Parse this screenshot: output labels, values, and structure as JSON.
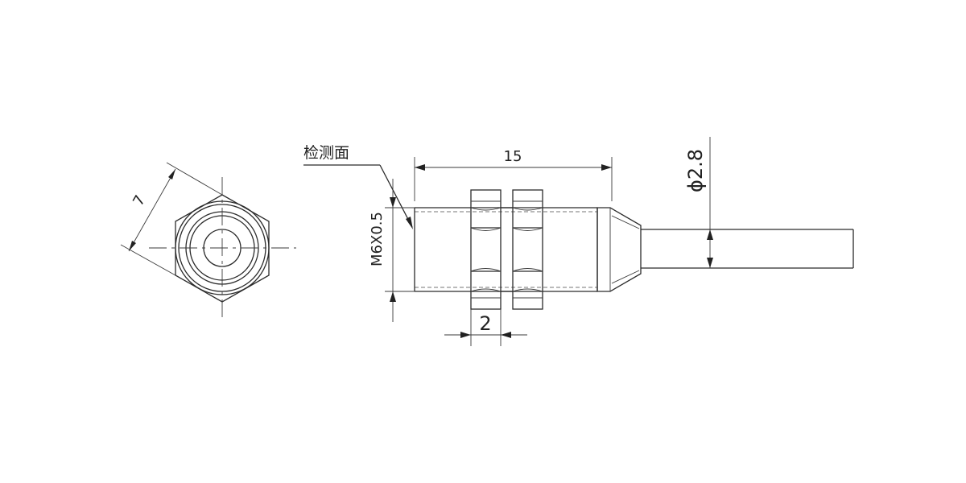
{
  "labels": {
    "detection_surface": "检测面",
    "length": "15",
    "thread": "M6X0.5",
    "nut_width": "2",
    "cable_diameter": "ϕ2.8",
    "hex_across_flats": "7"
  },
  "colors": {
    "line": "#2b2b2b",
    "background": "#ffffff"
  }
}
